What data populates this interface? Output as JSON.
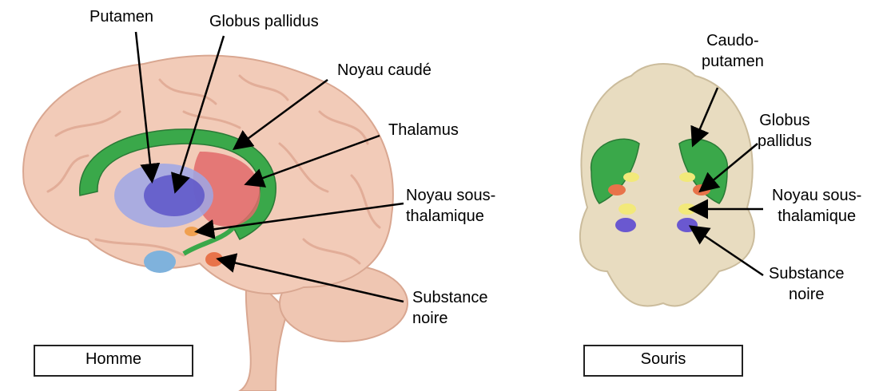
{
  "human": {
    "labels": {
      "putamen": "Putamen",
      "globus_pallidus": "Globus pallidus",
      "noyau_caude": "Noyau caudé",
      "thalamus": "Thalamus",
      "noyau_sous_thalamique": [
        "Noyau sous-",
        "thalamique"
      ],
      "substance_noire": [
        "Substance",
        "noire"
      ]
    },
    "caption": "Homme"
  },
  "mouse": {
    "labels": {
      "caudo_putamen": [
        "Caudo-",
        "putamen"
      ],
      "globus_pallidus": [
        "Globus",
        "pallidus"
      ],
      "noyau_sous_thalamique": [
        "Noyau sous-",
        "thalamique"
      ],
      "substance_noire": [
        "Substance",
        "noire"
      ]
    },
    "caption": "Souris"
  },
  "colors": {
    "brain_skin": "#f2cbb8",
    "brain_fold": "#e2ad98",
    "striatum_green": "#3aa84a",
    "thalamus_red": "#e26a6a",
    "putamen_blue": "#8a8ee0",
    "pallidus_violet": "#5d55c8",
    "subthalamic_orange": "#f0a050",
    "nigra_orange": "#e8734a",
    "mouse_brain": "#e8dcc0",
    "mouse_yellow": "#f2e97a"
  }
}
